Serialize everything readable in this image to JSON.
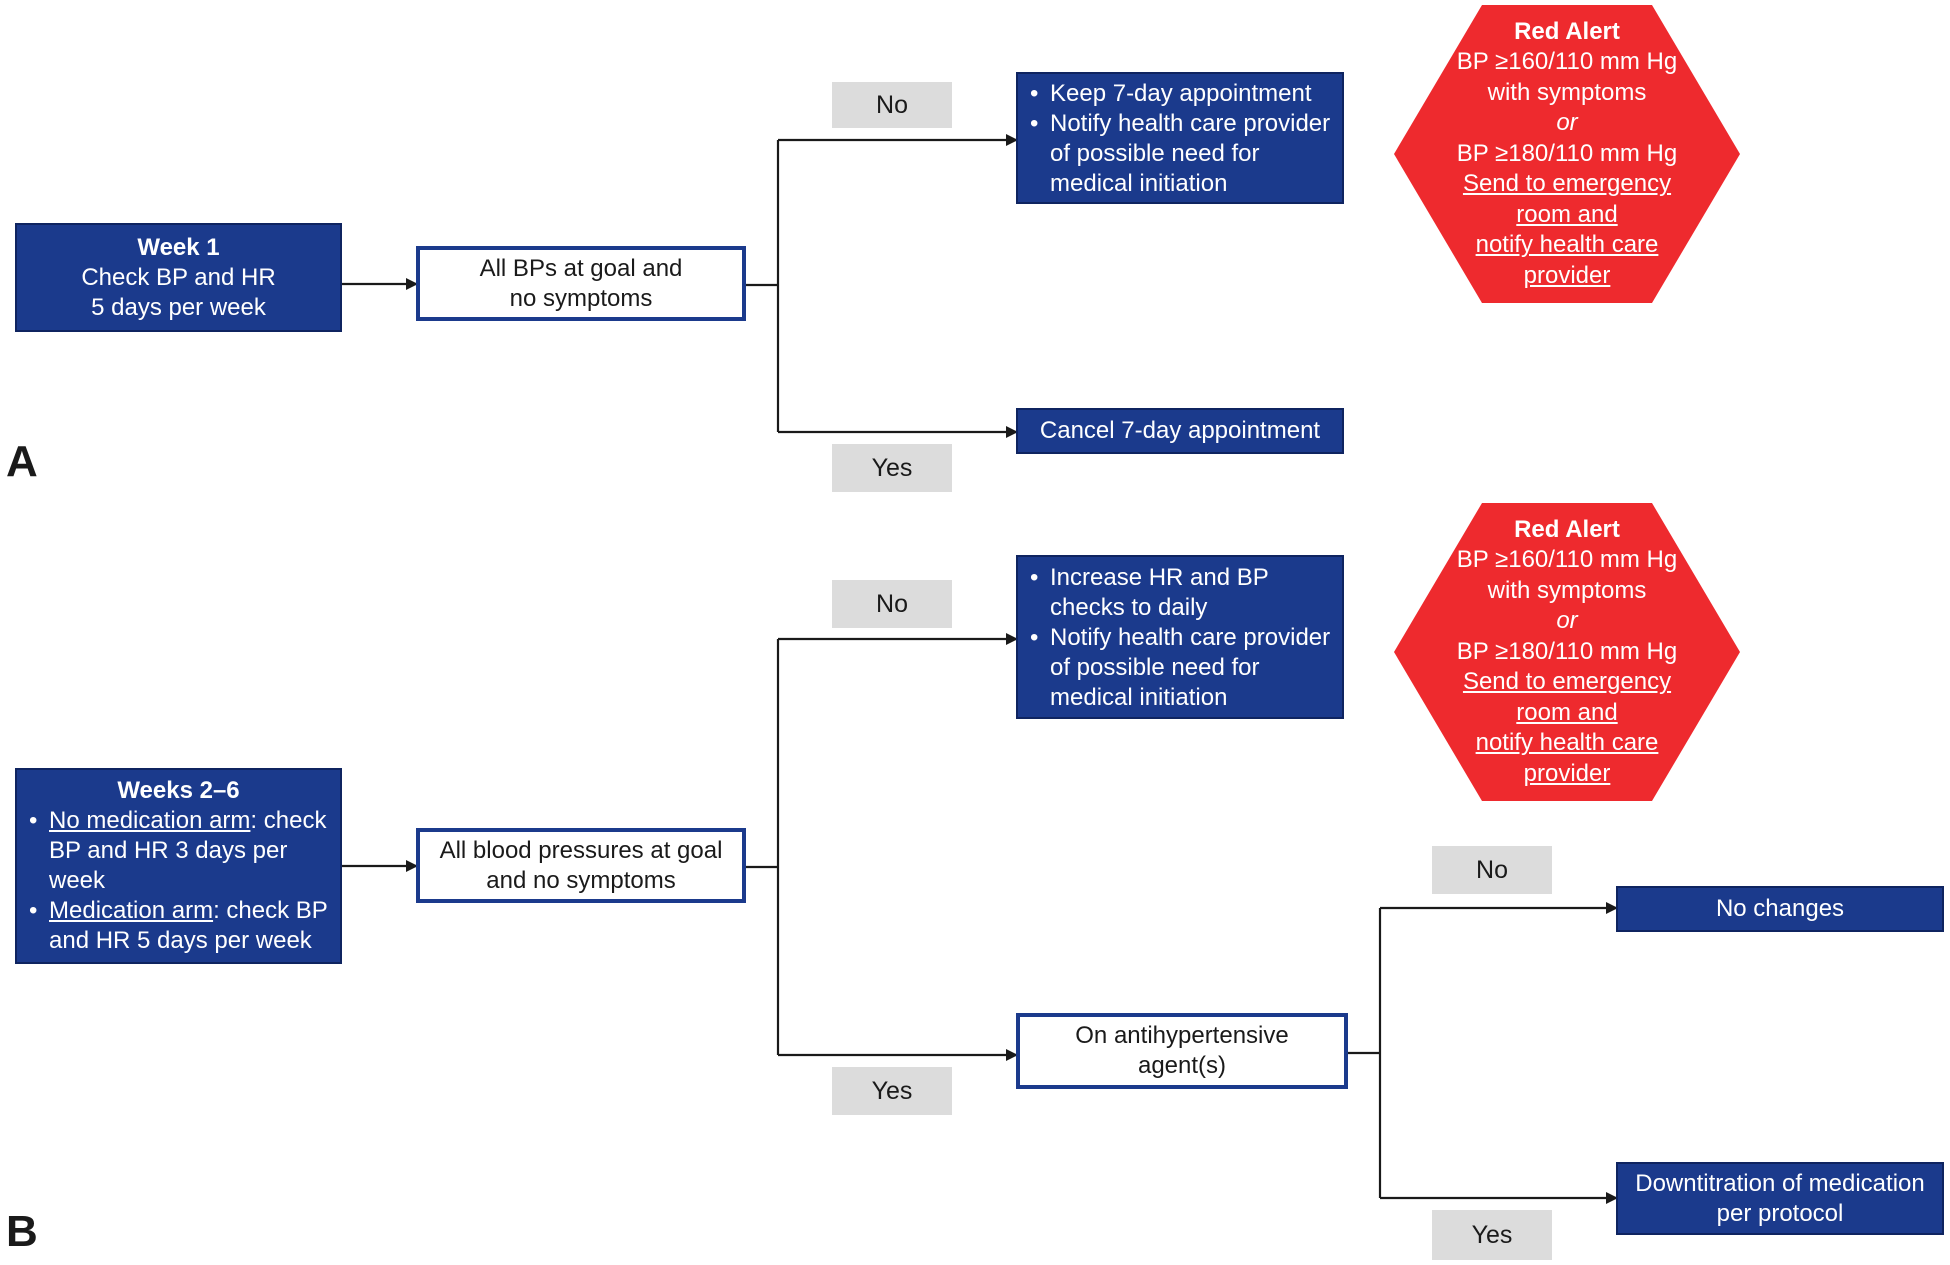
{
  "panels": {
    "a": {
      "letter": "A",
      "start": {
        "title": "Week 1",
        "lines": [
          "Check BP and HR",
          "5 days per week"
        ]
      },
      "decision": {
        "lines": [
          "All BPs at goal and",
          "no symptoms"
        ]
      },
      "no_label": "No",
      "yes_label": "Yes",
      "no_action": {
        "items": [
          "Keep 7-day appointment",
          "Notify health care provider of possible need for medical initiation"
        ]
      },
      "yes_action": {
        "text": "Cancel 7-day appointment"
      },
      "red_alert": {
        "title": "Red Alert",
        "line1": "BP ≥160/110 mm Hg",
        "line2": "with symptoms",
        "or": "or",
        "line3": "BP ≥180/110 mm Hg",
        "action_lines": [
          "Send to emergency",
          "room and",
          "notify health care",
          "provider"
        ]
      }
    },
    "b": {
      "letter": "B",
      "start": {
        "title": "Weeks 2–6",
        "items": [
          {
            "underlined": "No medication arm",
            "rest": ": check BP and HR 3 days per week"
          },
          {
            "underlined": "Medication arm",
            "rest": ": check BP and HR 5 days per week"
          }
        ]
      },
      "decision": {
        "lines": [
          "All blood pressures at goal",
          "and no symptoms"
        ]
      },
      "no_label": "No",
      "yes_label": "Yes",
      "no_action": {
        "items": [
          "Increase HR and BP checks to daily",
          "Notify health care provider of possible need for medical initiation"
        ]
      },
      "decision2": {
        "lines": [
          "On antihypertensive",
          "agent(s)"
        ]
      },
      "no2_label": "No",
      "yes2_label": "Yes",
      "no2_action": {
        "text": "No changes"
      },
      "yes2_action": {
        "lines": [
          "Downtitration of medication",
          "per protocol"
        ]
      },
      "red_alert": {
        "title": "Red Alert",
        "line1": "BP ≥160/110 mm Hg",
        "line2": "with symptoms",
        "or": "or",
        "line3": "BP ≥180/110 mm Hg",
        "action_lines": [
          "Send to emergency",
          "room and",
          "notify health care",
          "provider"
        ]
      }
    }
  },
  "colors": {
    "box_blue": "#1b3a8c",
    "alert_red": "#ee2a2e",
    "label_gray": "#dcdcdc",
    "line": "#1a1a1a"
  }
}
